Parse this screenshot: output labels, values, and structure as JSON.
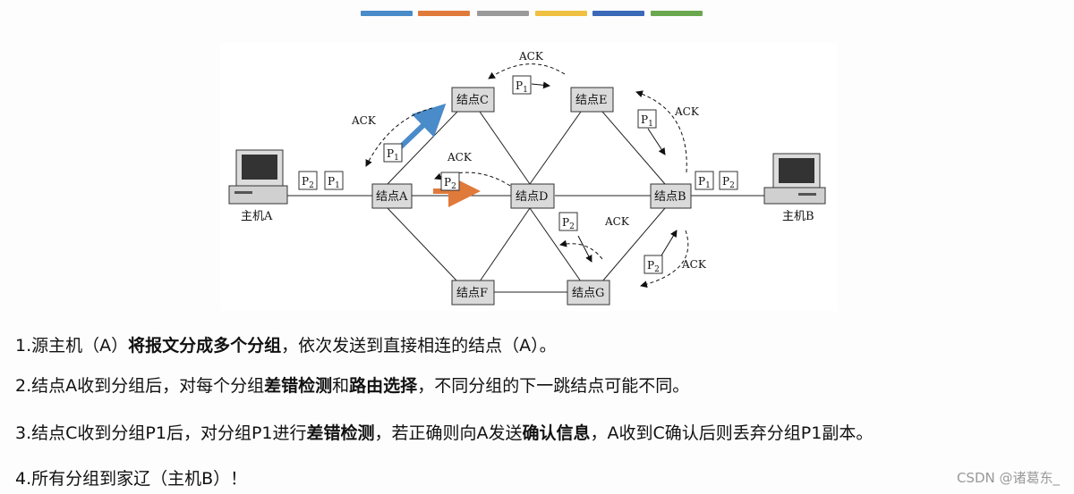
{
  "color_bar": [
    "#4a8bc9",
    "#e07a3a",
    "#9a9a9a",
    "#f0c040",
    "#3a6ab8",
    "#6aa84f"
  ],
  "diagram": {
    "nodes": {
      "A": "结点A",
      "B": "结点B",
      "C": "结点C",
      "D": "结点D",
      "E": "结点E",
      "F": "结点F",
      "G": "结点G"
    },
    "hosts": {
      "A": "主机A",
      "B": "主机B"
    },
    "packets": {
      "p1": "P",
      "p2": "P",
      "s1": "1",
      "s2": "2"
    },
    "ack": "ACK"
  },
  "text": {
    "line1": {
      "a": "1.源主机（A）",
      "b": "将报文分成多个分组",
      "c": "，依次发送到直接相连的结点（A）。"
    },
    "line2": {
      "a": "2.结点A收到分组后，对每个分组",
      "b": "差错检测",
      "c": "和",
      "d": "路由选择",
      "e": "，不同分组的下一跳结点可能不同。"
    },
    "line3": {
      "a": "3.结点C收到分组P1后，对分组P1进行",
      "b": "差错检测",
      "c": "，若正确则向A发送",
      "d": "确认信息",
      "e": "，A收到C确认后则丢弃分组P1副本。"
    },
    "line4": {
      "a": "4.所有分组到家辽（主机B）！"
    }
  },
  "watermark": "CSDN @诸葛东_"
}
